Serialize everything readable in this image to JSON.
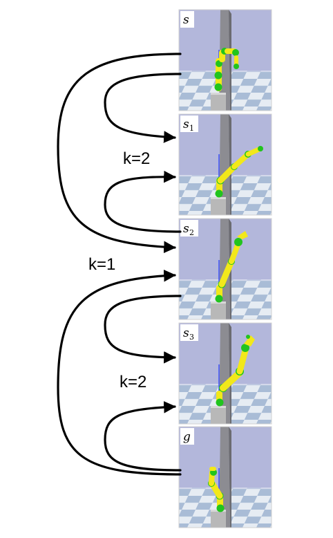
{
  "panels": [
    {
      "name": "s",
      "sub": ""
    },
    {
      "name": "s",
      "sub": "1"
    },
    {
      "name": "s",
      "sub": "2"
    },
    {
      "name": "s",
      "sub": "3"
    },
    {
      "name": "g",
      "sub": ""
    }
  ],
  "k_labels": [
    "k=2",
    "k=1",
    "k=2"
  ],
  "colors": {
    "sky": "#b3b7db",
    "floor_light": "#e6ecf3",
    "floor_dark": "#a9bcd6",
    "wall": "#8c8c92",
    "robot_yellow": "#f2e81a",
    "robot_green": "#21c41d"
  }
}
